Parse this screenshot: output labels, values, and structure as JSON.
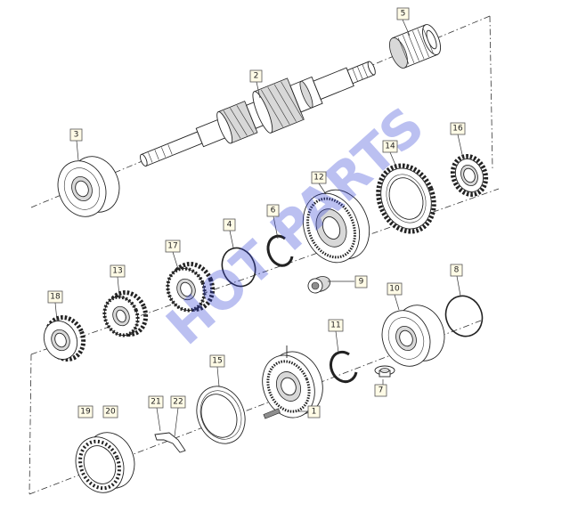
{
  "labels": [
    {
      "id": "5",
      "text": "5"
    },
    {
      "id": "2",
      "text": "2"
    },
    {
      "id": "3",
      "text": "3"
    },
    {
      "id": "14",
      "text": "14"
    },
    {
      "id": "16",
      "text": "16"
    },
    {
      "id": "12",
      "text": "12"
    },
    {
      "id": "6",
      "text": "6"
    },
    {
      "id": "4",
      "text": "4"
    },
    {
      "id": "17",
      "text": "17"
    },
    {
      "id": "13",
      "text": "13"
    },
    {
      "id": "18",
      "text": "18"
    },
    {
      "id": "9",
      "text": "9"
    },
    {
      "id": "8",
      "text": "8"
    },
    {
      "id": "10",
      "text": "10"
    },
    {
      "id": "11",
      "text": "11"
    },
    {
      "id": "7",
      "text": "7"
    },
    {
      "id": "15",
      "text": "15"
    },
    {
      "id": "1",
      "text": "1"
    },
    {
      "id": "21",
      "text": "21"
    },
    {
      "id": "22",
      "text": "22"
    },
    {
      "id": "19",
      "text": "19"
    },
    {
      "id": "20",
      "text": "20"
    }
  ],
  "watermark": "HOT PARTS"
}
